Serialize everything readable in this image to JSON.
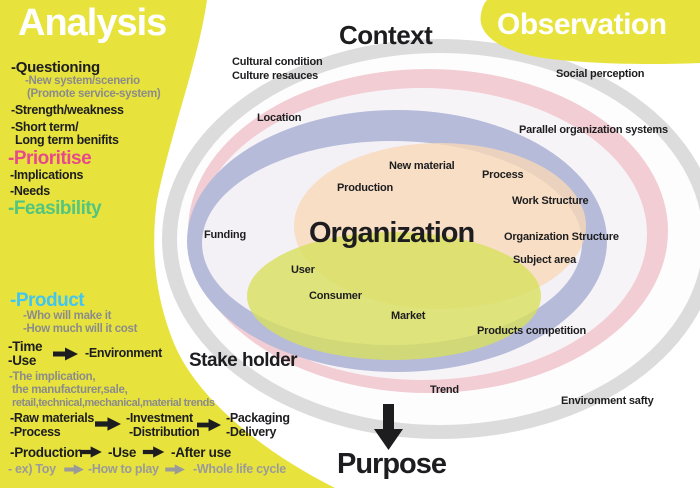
{
  "titles": {
    "analysis": "Analysis",
    "observation": "Observation",
    "context": "Context",
    "organization": "Organization",
    "stakeholder": "Stake holder",
    "purpose": "Purpose"
  },
  "analysis_panel": {
    "questioning": "-Questioning",
    "new_system": "-New system/scenerio",
    "promote": "(Promote service-system)",
    "strength": "-Strength/weakness",
    "short_term": "-Short term/",
    "long_term": "Long term benifits",
    "prioritise": "-Prioritise",
    "implications": "-Implications",
    "needs": "-Needs",
    "feasibility": "-Feasibility",
    "product": "-Product",
    "who_make": "-Who will make it",
    "how_much": "-How much  will it cost",
    "time": "-Time",
    "use": "-Use",
    "environment": "-Environment",
    "implication_1": "-The implication,",
    "implication_2": "the manufacturer,sale,",
    "implication_3": "retail,technical,mechanical,material trends",
    "raw_materials": "-Raw materials",
    "process": "-Process",
    "investment": "-Investment",
    "distribution": "-Distribution",
    "packaging": "-Packaging",
    "delivery": "-Delivery",
    "production": "-Production",
    "use2": "-Use",
    "after_use": "-After use",
    "ex_toy": "- ex) Toy",
    "how_to_play": "-How to play",
    "whole_life_cycle": "-Whole life cycle"
  },
  "diagram_labels": {
    "cultural_condition": "Cultural condition",
    "culture_resauces": "Culture resauces",
    "social_perception": "Social perception",
    "location": "Location",
    "parallel_organization_systems": "Parallel organization systems",
    "new_material": "New material",
    "process": "Process",
    "production": "Production",
    "work_structure": "Work Structure",
    "funding": "Funding",
    "organization_structure": "Organization Structure",
    "subject_area": "Subject area",
    "user": "User",
    "consumer": "Consumer",
    "market": "Market",
    "products_competition": "Products competition",
    "trend": "Trend",
    "environment_safty": "Environment safty"
  },
  "colors": {
    "yellow": "#e7e33c",
    "ring_gray": "#dcdcdd",
    "ring_white": "#fdfdfe",
    "ring_pink": "#f2cdd4",
    "ring_white2": "#f7f4f8",
    "ring_blue": "#b6bbd9",
    "inner_lavender": "#f3f0f6",
    "ellipse_peach": "#f9d9b6",
    "ellipse_green": "#d8e05e",
    "accent_pink": "#e8498b",
    "accent_green": "#53c57f",
    "accent_cyan": "#41c5f1",
    "arrow_black": "#1d1d1f",
    "arrow_gray": "#9a9a9a"
  }
}
